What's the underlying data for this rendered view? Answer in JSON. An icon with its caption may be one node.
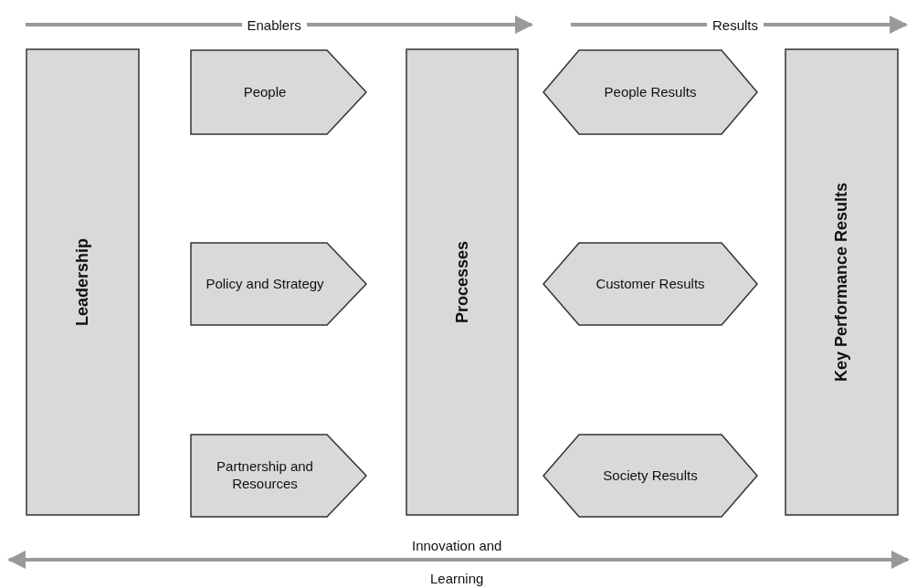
{
  "diagram": {
    "nodes": [
      {
        "text": [
          "Leadership"
        ]
      },
      {
        "text": [
          "People"
        ]
      },
      {
        "text": [
          "Policy and Strategy"
        ]
      },
      {
        "text": [
          "Partnership and Resources"
        ]
      },
      {
        "text": [
          "Processes"
        ]
      },
      {
        "text": [
          "People Results"
        ]
      },
      {
        "text": [
          "Customer Results"
        ]
      },
      {
        "text": [
          "Society Results"
        ]
      },
      {
        "text": [
          "Key Performance Results"
        ]
      }
    ],
    "labels": [
      "Enablers",
      "Results",
      "Innovation and",
      "Learning"
    ]
  }
}
